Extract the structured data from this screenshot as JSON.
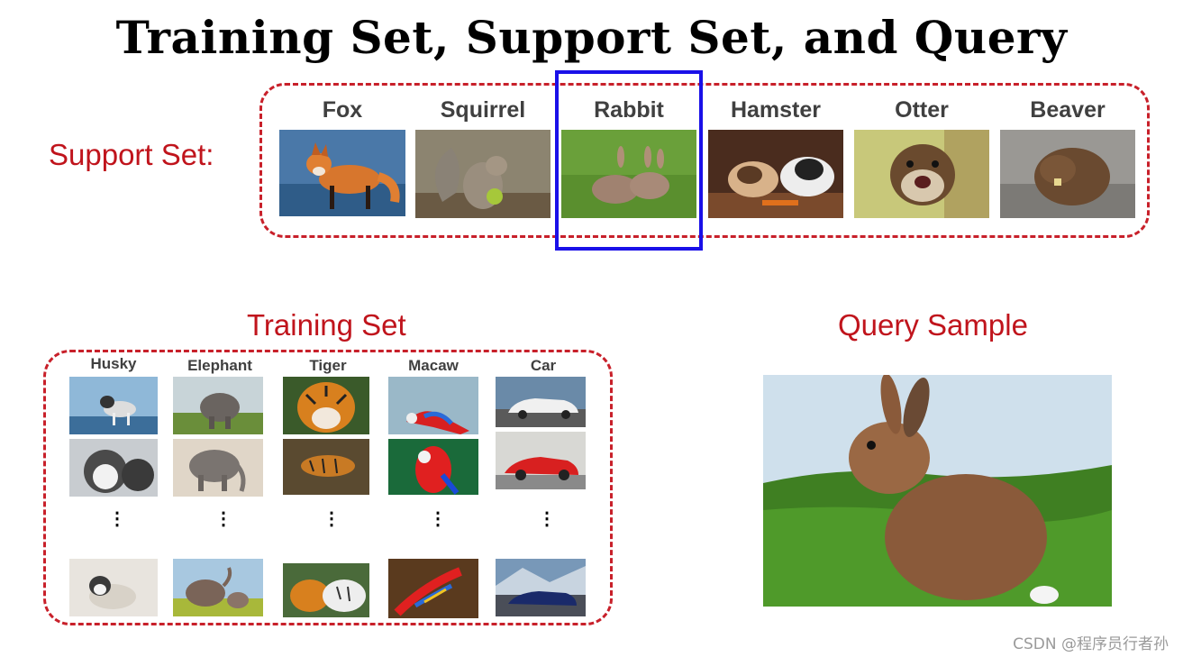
{
  "title": "Training Set, Support Set, and Query",
  "support_set": {
    "label": "Support Set:",
    "items": [
      "Fox",
      "Squirrel",
      "Rabbit",
      "Hamster",
      "Otter",
      "Beaver"
    ]
  },
  "training_set": {
    "title": "Training Set",
    "columns": [
      "Husky",
      "Elephant",
      "Tiger",
      "Macaw",
      "Car"
    ],
    "ellipsis": "⋮"
  },
  "query": {
    "title": "Query Sample"
  },
  "watermark": "CSDN @程序员行者孙",
  "colors": {
    "accent_red": "#c0141c",
    "highlight_blue": "#1a10e8"
  }
}
